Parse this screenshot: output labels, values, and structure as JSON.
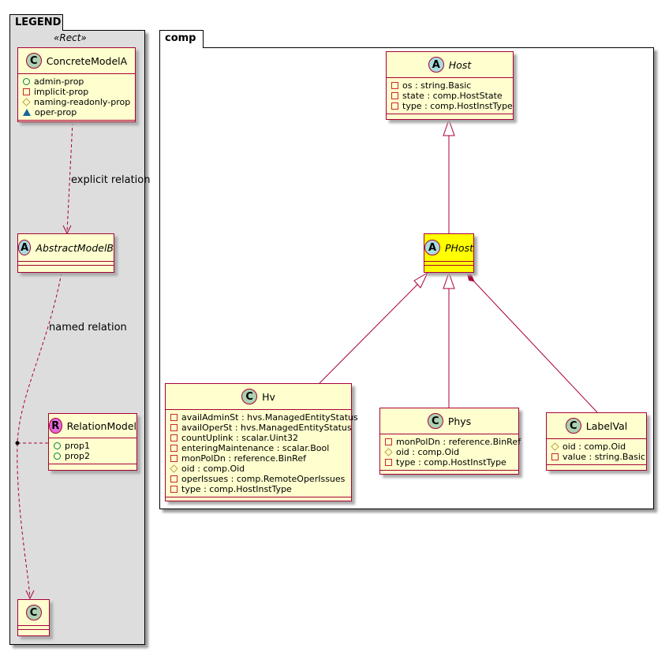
{
  "packages": [
    {
      "name": "LEGEND",
      "stereotype": "«Rect»"
    },
    {
      "name": "comp"
    }
  ],
  "classes": [
    {
      "id": "ConcreteModelA",
      "icon": "C",
      "italic": false,
      "attrs": [
        [
          "public",
          "admin-prop"
        ],
        [
          "private",
          "implicit-prop"
        ],
        [
          "protected",
          "naming-readonly-prop"
        ],
        [
          "package",
          "oper-prop"
        ]
      ]
    },
    {
      "id": "AbstractModelB",
      "icon": "A",
      "italic": true,
      "attrs": []
    },
    {
      "id": "RelationModel",
      "icon": "R",
      "italic": false,
      "attrs": [
        [
          "public",
          "prop1"
        ],
        [
          "public",
          "prop2"
        ]
      ]
    },
    {
      "id": "C",
      "icon": "C",
      "italic": false,
      "attrs": []
    },
    {
      "id": "Host",
      "icon": "A",
      "italic": true,
      "attrs": [
        [
          "private",
          "os : string.Basic"
        ],
        [
          "private",
          "state : comp.HostState"
        ],
        [
          "private",
          "type : comp.HostInstType"
        ]
      ]
    },
    {
      "id": "PHost",
      "icon": "A",
      "italic": true,
      "highlight": "#ffff00",
      "attrs": []
    },
    {
      "id": "Hv",
      "icon": "C",
      "italic": false,
      "attrs": [
        [
          "private",
          "availAdminSt : hvs.ManagedEntityStatus"
        ],
        [
          "private",
          "availOperSt : hvs.ManagedEntityStatus"
        ],
        [
          "private",
          "countUplink : scalar.Uint32"
        ],
        [
          "private",
          "enteringMaintenance : scalar.Bool"
        ],
        [
          "private",
          "monPolDn : reference.BinRef"
        ],
        [
          "protected",
          "oid : comp.Oid"
        ],
        [
          "private",
          "operIssues : comp.RemoteOperIssues"
        ],
        [
          "private",
          "type : comp.HostInstType"
        ]
      ]
    },
    {
      "id": "Phys",
      "icon": "C",
      "italic": false,
      "attrs": [
        [
          "private",
          "monPolDn : reference.BinRef"
        ],
        [
          "protected",
          "oid : comp.Oid"
        ],
        [
          "private",
          "type : comp.HostInstType"
        ]
      ]
    },
    {
      "id": "LabelVal",
      "icon": "C",
      "italic": false,
      "attrs": [
        [
          "protected",
          "oid : comp.Oid"
        ],
        [
          "private",
          "value : string.Basic"
        ]
      ]
    }
  ],
  "edge_labels": {
    "explicit": "explicit relation",
    "named": "named relation"
  },
  "colors": {
    "border": "#a80036",
    "class_fill": "#fefece",
    "legend_fill": "#dddddd",
    "icon_C": "#add1b2",
    "icon_A": "#a9dcdf",
    "icon_R": "#e06ad8"
  }
}
